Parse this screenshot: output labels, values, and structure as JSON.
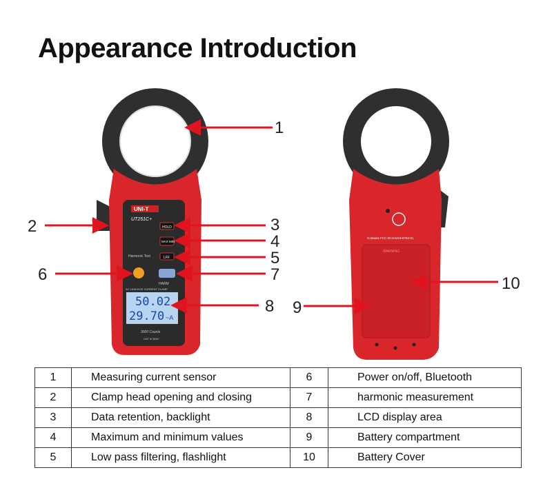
{
  "title": "Appearance Introduction",
  "device_front": {
    "brand": "UNI-T",
    "model": "UT251C+",
    "buttons": [
      "HOLD",
      "MAX MIN",
      "LFF",
      "HARM"
    ],
    "harmonic_label": "Harmonic Test",
    "clamp_label": "AC LEAKAGE CURRENT CLAMP",
    "lcd_top": "50.02",
    "lcd_bottom": "29.70",
    "lcd_unit": "~A",
    "counts": "3000 Counts",
    "cat": "CAT III 300V"
  },
  "device_back": {
    "fcc": "Contains FCC ID:2AM18-8762-01",
    "warning": "WARNING"
  },
  "callouts": [
    "1",
    "2",
    "3",
    "4",
    "5",
    "6",
    "7",
    "8",
    "9",
    "10"
  ],
  "colors": {
    "body_red": "#d8262b",
    "arrow_red": "#e0141e",
    "clamp": "#2f2f2f"
  },
  "table": {
    "rows": [
      {
        "n1": "1",
        "d1": "Measuring current sensor",
        "n2": "6",
        "d2": "Power on/off, Bluetooth"
      },
      {
        "n1": "2",
        "d1": "Clamp head opening and closing",
        "n2": "7",
        "d2": "harmonic measurement"
      },
      {
        "n1": "3",
        "d1": "Data retention, backlight",
        "n2": "8",
        "d2": "LCD display area"
      },
      {
        "n1": "4",
        "d1": "Maximum and minimum values",
        "n2": "9",
        "d2": "Battery compartment"
      },
      {
        "n1": "5",
        "d1": "Low pass filtering, flashlight",
        "n2": "10",
        "d2": "Battery Cover"
      }
    ]
  }
}
